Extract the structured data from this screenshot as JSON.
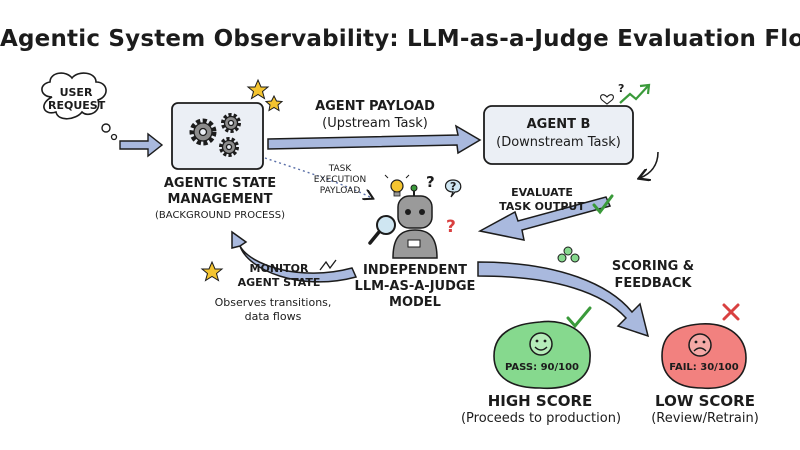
{
  "title": "Agentic System Observability: LLM-as-a-Judge Evaluation Flow",
  "user_request": {
    "line1": "USER",
    "line2": "REQUEST"
  },
  "state_mgmt": {
    "line1": "AGENTIC STATE",
    "line2": "MANAGEMENT",
    "line3": "(BACKGROUND PROCESS)"
  },
  "agent_payload": {
    "line1": "AGENT PAYLOAD",
    "line2": "(Upstream Task)"
  },
  "agent_b": {
    "line1": "AGENT B",
    "line2": "(Downstream Task)"
  },
  "task_payload": {
    "line1": "TASK",
    "line2": "EXECUTION",
    "line3": "PAYLOAD"
  },
  "evaluate": {
    "line1": "EVALUATE",
    "line2": "TASK OUTPUT"
  },
  "judge": {
    "line1": "INDEPENDENT",
    "line2": "LLM-AS-A-JUDGE",
    "line3": "MODEL"
  },
  "monitor": {
    "line1": "MONITOR",
    "line2": "AGENT STATE",
    "note1": "Observes transitions,",
    "note2": "data flows"
  },
  "scoring": {
    "line1": "SCORING &",
    "line2": "FEEDBACK"
  },
  "pass": {
    "label": "PASS: 90/100",
    "title": "HIGH SCORE",
    "sub": "(Proceeds to production)"
  },
  "fail": {
    "label": "FAIL: 30/100",
    "title": "LOW SCORE",
    "sub": "(Review/Retrain)"
  },
  "colors": {
    "box_fill": "#ebeff5",
    "arrow_fill": "#a9b9de",
    "star": "#f4c430",
    "pass_fill": "#86d98e",
    "fail_fill": "#f2817f",
    "check": "#3a9a3a",
    "cross": "#d94040"
  }
}
